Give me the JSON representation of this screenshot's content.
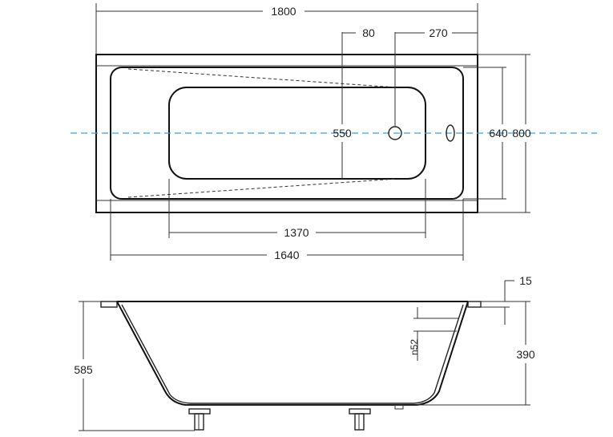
{
  "dimensions": {
    "top_length": "1800",
    "overflow_offset": "80",
    "drain_offset": "270",
    "inner_width": "550",
    "outer_width": "640",
    "total_width": "800",
    "inner_length": "1370",
    "outer_length": "1640",
    "rim_thickness": "15",
    "drain_height": "n52",
    "inner_depth": "390",
    "total_height": "585"
  },
  "colors": {
    "line": "#222222",
    "axis": "#3aa0d8"
  }
}
